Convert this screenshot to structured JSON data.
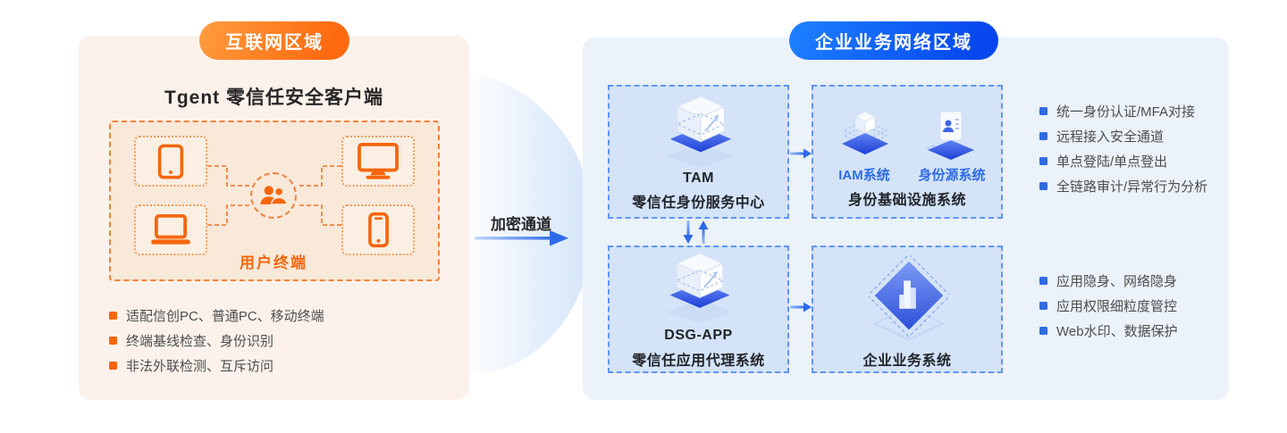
{
  "internet_zone": {
    "badge": "互联网区域",
    "title": "Tgent 零信任安全客户端",
    "terminal_label": "用户终端",
    "bullets": [
      "适配信创PC、普通PC、移动终端",
      "终端基线检查、身份识别",
      "非法外联检测、互斥访问"
    ],
    "icons": {
      "tablet": "tablet-icon",
      "desktop": "desktop-icon",
      "laptop": "laptop-icon",
      "phone": "smartphone-icon",
      "users": "users-icon"
    }
  },
  "channel": {
    "label": "加密通道",
    "icon": "arrow-right-icon"
  },
  "enterprise_zone": {
    "badge": "企业业务网络区域",
    "tam_box": {
      "title": "TAM",
      "subtitle": "零信任身份服务中心",
      "icon": "isometric-cube-icon"
    },
    "identity_box": {
      "iam_label": "IAM系统",
      "source_label": "身份源系统",
      "caption": "身份基础设施系统",
      "icons": {
        "iam": "iam-platform-icon",
        "source": "identity-card-icon"
      }
    },
    "dsg_box": {
      "title": "DSG-APP",
      "subtitle": "零信任应用代理系统",
      "icon": "isometric-cube-icon"
    },
    "business_box": {
      "caption": "企业业务系统",
      "icon": "business-diamond-icon"
    },
    "bullets_top": [
      "统一身份认证/MFA对接",
      "远程接入安全通道",
      "单点登陆/单点登出",
      "全链路审计/异常行为分析"
    ],
    "bullets_bottom": [
      "应用隐身、网络隐身",
      "应用权限细粒度管控",
      "Web水印、数据保护"
    ]
  },
  "colors": {
    "orange": "#F5660D",
    "orange_badge_start": "#FF9D3F",
    "orange_badge_end": "#FF6A10",
    "panel_left_bg": "#FCF2EB",
    "terminal_bg": "#FAE8D9",
    "blue": "#2F6BE4",
    "blue_badge_start": "#1E82FF",
    "blue_badge_end": "#0646EE",
    "panel_right_bg": "#EBF2FA",
    "box_blue_bg": "#D4E3F7",
    "box_blue_border": "#5E95F5",
    "text_dark": "#1F2329",
    "text_body": "#4D4D4D"
  }
}
